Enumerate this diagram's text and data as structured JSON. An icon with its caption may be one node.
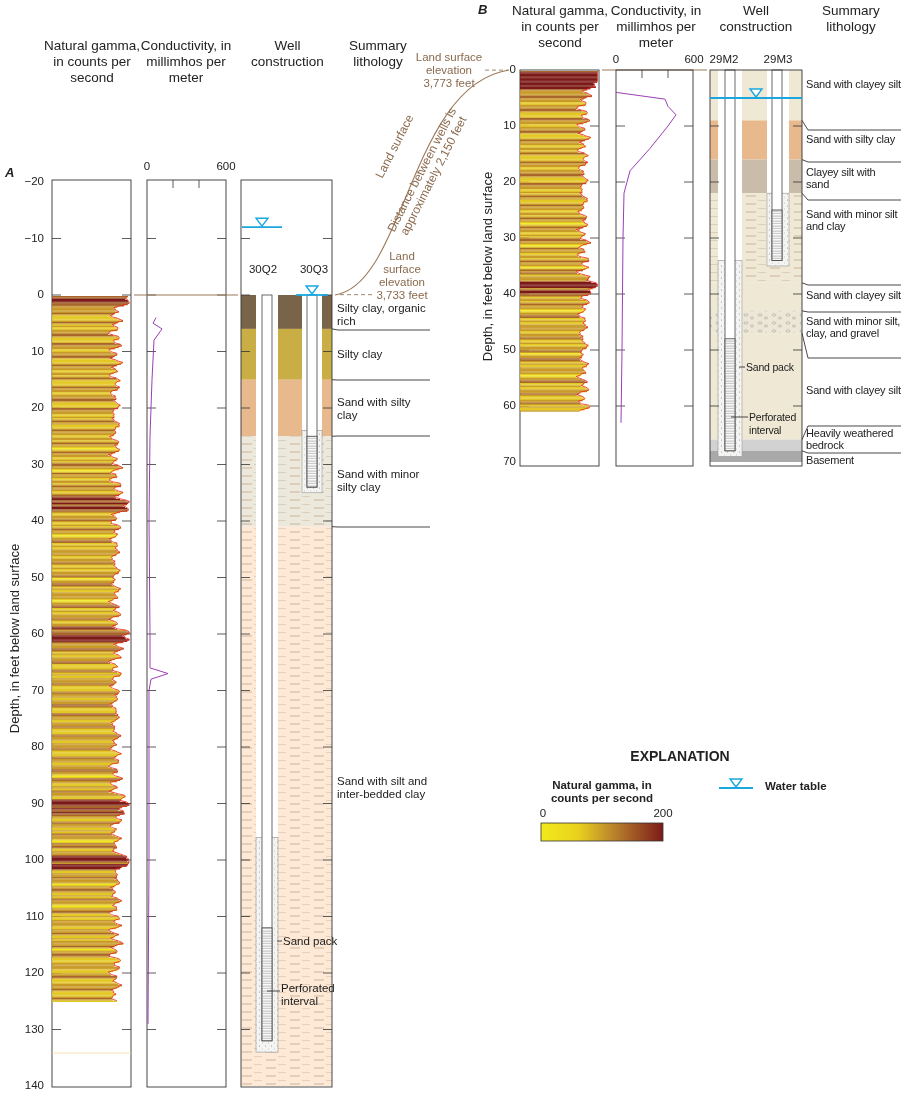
{
  "diagram": {
    "nodes": [
      {
        "text": [
          "Sand pack"
        ]
      },
      {
        "text": [
          "Perforated interval"
        ]
      },
      {
        "text": [
          "Land surface elevation 3,733 feet"
        ]
      },
      {
        "text": [
          "Sand pack"
        ]
      },
      {
        "text": [
          "Perforated interval"
        ]
      },
      {
        "text": [
          "Land surface elevation 3,773 feet"
        ]
      },
      {
        "text": [],
        "shape": "line"
      }
    ],
    "edges": [
      {
        "from": 0,
        "to": null,
        "arrow": "none"
      },
      {
        "from": 1,
        "to": null,
        "arrow": "none"
      },
      {
        "from": 2,
        "to": 6,
        "arrow": "none",
        "style": "dashed",
        "color": "#9c7a5a"
      },
      {
        "from": 3,
        "to": null,
        "arrow": "none"
      },
      {
        "from": 4,
        "to": null,
        "arrow": "none"
      },
      {
        "from": 5,
        "to": 6,
        "arrow": "none",
        "style": "dashed",
        "color": "#9c7a5a"
      }
    ],
    "labels": [
      "A",
      "Natural gamma, in counts per second",
      "Conductivity, in millimhos per meter",
      "Well construction",
      "Summary lithology",
      "0",
      "600",
      "−20",
      "−10",
      "0",
      "10",
      "20",
      "30",
      "40",
      "50",
      "60",
      "70",
      "80",
      "90",
      "100",
      "110",
      "120",
      "130",
      "140",
      "Depth, in feet below land surface",
      "30Q2",
      "30Q3",
      "Silty clay, organic rich",
      "Silty clay",
      "Sand with silty clay",
      "Sand with minor silty clay",
      "Sand with silt and inter-bedded clay",
      "Land surface",
      "Distance between wells is approximately 2,150 feet",
      "B",
      "Natural gamma, in counts per second",
      "Conductivity, in millimhos per meter",
      "Well construction",
      "Summary lithology",
      "0",
      "600",
      "29M2",
      "29M3",
      "0",
      "10",
      "20",
      "30",
      "40",
      "50",
      "60",
      "70",
      "Depth, in feet below land surface",
      "Sand with clayey silt",
      "Sand with silty clay",
      "Clayey silt with sand",
      "Sand with minor silt and clay",
      "Sand with clayey silt",
      "Sand with minor silt, clay, and gravel",
      "Sand with clayey silt",
      "Heavily weathered bedrock",
      "Basement",
      "EXPLANATION",
      "Natural gamma, in counts per second",
      "0",
      "200"
    ],
    "legend": [
      {
        "text": "Water table"
      }
    ]
  }
}
